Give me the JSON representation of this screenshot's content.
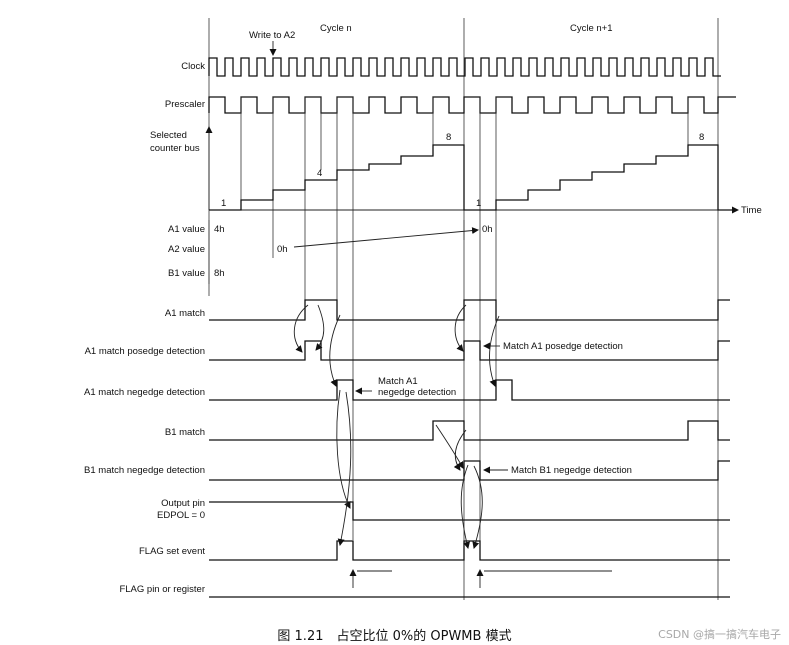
{
  "labels": {
    "cycle_n": "Cycle n",
    "cycle_n1": "Cycle n+1",
    "write_a2": "Write to A2",
    "clock": "Clock",
    "prescaler": "Prescaler",
    "counter_1": "Selected",
    "counter_2": "counter bus",
    "time": "Time",
    "a1_value": "A1 value",
    "a2_value": "A2 value",
    "b1_value": "B1 value",
    "a1_match": "A1 match",
    "a1_posedge": "A1 match posedge detection",
    "a1_negedge": "A1 match negedge detection",
    "b1_match": "B1 match",
    "b1_negedge": "B1 match negedge detection",
    "output_pin_1": "Output pin",
    "output_pin_2": "EDPOL = 0",
    "flag_set": "FLAG set event",
    "flag_pin": "FLAG pin or register"
  },
  "values": {
    "a1_initial": "4h",
    "a2_initial": "0h",
    "b1_initial": "8h",
    "a1_new": "0h",
    "count_start_n": "1",
    "count_a1_n": "4",
    "count_max_n": "8",
    "count_start_n1": "1",
    "count_max_n1": "8"
  },
  "annotations": {
    "match_a1_posedge": "Match A1 posedge detection",
    "match_a1_negedge_1": "Match A1",
    "match_a1_negedge_2": "negedge detection",
    "match_b1_negedge": "Match B1 negedge detection"
  },
  "caption": "图 1.21　占空比位 0%的 OPWMB 模式",
  "watermark": "CSDN @搞一搞汽车电子"
}
